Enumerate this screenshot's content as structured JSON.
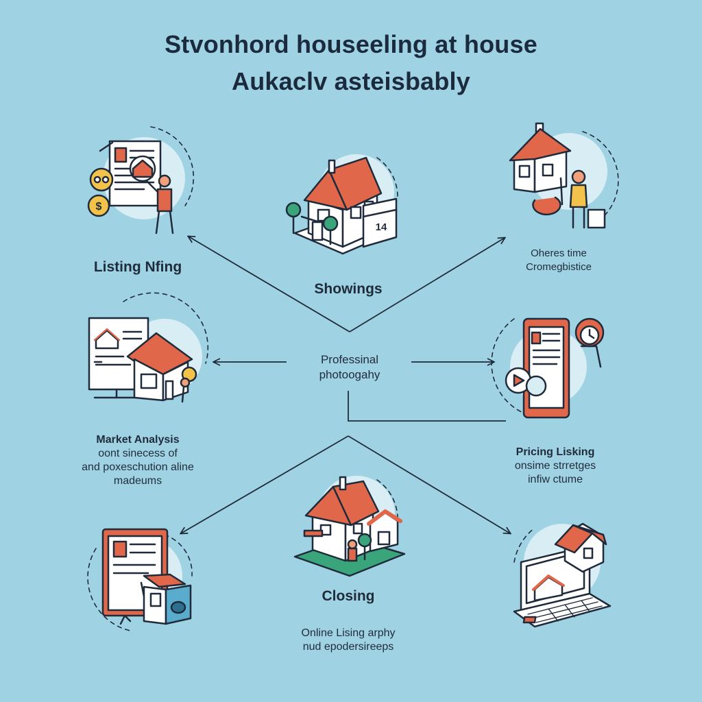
{
  "title": {
    "line1": "Stvonhord houseeling at house",
    "line2": "Aukaclv asteisbably"
  },
  "nodes": {
    "listing": {
      "label": "Listing Nfing"
    },
    "showings": {
      "label": "Showings"
    },
    "other": {
      "line1": "Oheres time",
      "line2": "Cromegbistice"
    },
    "center": {
      "line1": "Professinal",
      "line2": "photoogahy"
    },
    "market": {
      "label": "Market Analysis",
      "line1": "oont sinecess of",
      "line2": "and poxeschution aline",
      "line3": "madeums"
    },
    "pricing": {
      "label": "Pricing Lisking",
      "line1": "onsime strretges",
      "line2": "infiw ctume"
    },
    "closing": {
      "label": "Closing"
    },
    "online": {
      "line1": "Online Lising arphy",
      "line2": "nud epodersireeps"
    }
  },
  "icons": {
    "listing": "listing-document-icon",
    "showings": "house-with-calendar-icon",
    "other": "house-with-person-icon",
    "market": "billboard-house-icon",
    "pricing": "tablet-media-icon",
    "closing": "house-with-yard-icon",
    "document": "document-with-house-icon",
    "laptop": "laptop-house-icon"
  },
  "colors": {
    "background": "#9fd3e3",
    "accent": "#e0674a",
    "line": "#1f2b3a",
    "highlight": "#f2c24b",
    "grass": "#3aa57a",
    "halo": "#d9eef4"
  }
}
